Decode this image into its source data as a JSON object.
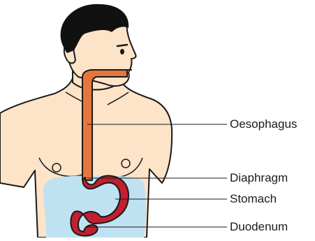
{
  "labels": {
    "oesophagus": "Oesophagus",
    "diaphragm": "Diaphragm",
    "stomach": "Stomach",
    "duodenum": "Duodenum"
  },
  "colors": {
    "skin": "#fde3c8",
    "hair": "#111111",
    "oesophagus": "#e6763e",
    "stomach": "#c21f2f",
    "abdomen": "#bfe2f3",
    "outline": "#1a1a1a"
  }
}
